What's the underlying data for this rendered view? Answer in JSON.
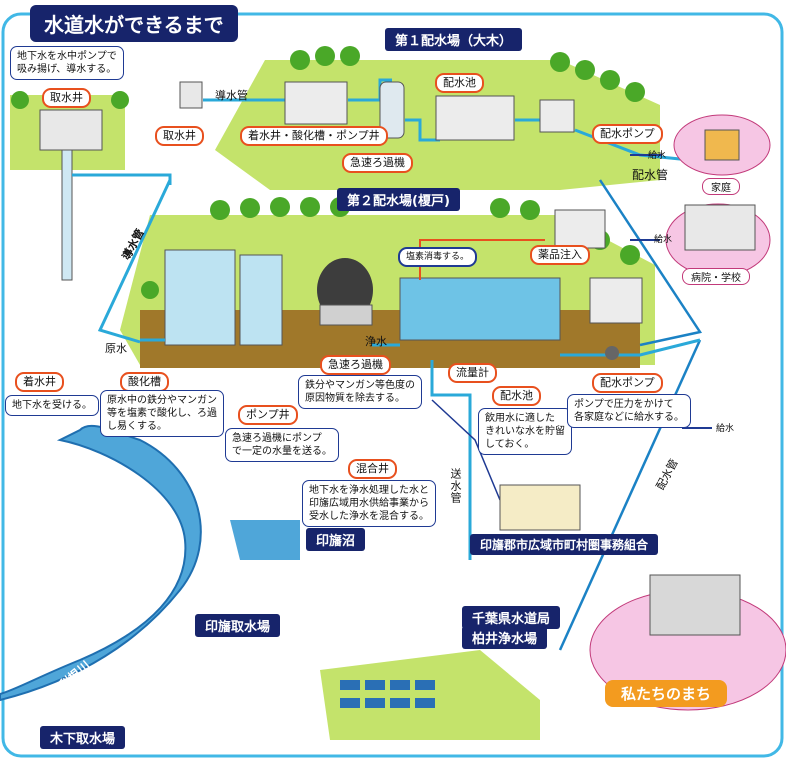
{
  "title": "水道水ができるまで",
  "top_plant": {
    "name": "第１配水場（大木）",
    "shusuiido": "取水井",
    "dousuikan": "導水管",
    "facility": "着水井・酸化槽・ポンプ井",
    "filter": "急速ろ過機",
    "reservoir": "配水池",
    "pump": "配水ポンプ"
  },
  "well": {
    "label": "取水井",
    "note": "地下水を水中ポンプで\n吸み揚げ、導水する。",
    "pipe": "導水管"
  },
  "mid_plant": {
    "name": "第２配水場(榎戸)",
    "chlorine_note": "塩素消毒する。",
    "chemical": "薬品注入",
    "raw_water": "原水",
    "clean_water": "浄水"
  },
  "labels": {
    "chakusui": "着水井",
    "sanka": "酸化槽",
    "pump_well": "ポンプ井",
    "filter": "急速ろ過機",
    "mix_well": "混合井",
    "flow_meter": "流量計",
    "reservoir": "配水池",
    "pump": "配水ポンプ"
  },
  "notes": {
    "chakusui": "地下水を受ける。",
    "sanka": "原水中の鉄分やマンガン\n等を塩素で酸化し、ろ過\nし易くする。",
    "pump_well": "急速ろ過機にポンプ\nで一定の水量を送る。",
    "filter": "鉄分やマンガン等色度の\n原因物質を除去する。",
    "mix_well": "地下水を浄水処理した水と\n印旛広域用水供給事業から\n受水した浄水を混合する。",
    "reservoir": "飲用水に適した\nきれいな水を貯留\nしておく。",
    "pump": "ポンプで圧力をかけて\n各家庭などに給水する。"
  },
  "supply": {
    "kyusui1": "給水",
    "kyusui2": "給水",
    "kyusui3": "給水",
    "haisuikan1": "配水管",
    "haisuikan2": "配水管",
    "home": "家庭",
    "hospital": "病院・学校",
    "sosuikan": "送水管"
  },
  "places": {
    "union": "印旛郡市広域市町村圏事務組合",
    "inbanuma": "印旛沼",
    "inba_intake": "印旛取水場",
    "tone": "利根川",
    "kioroshi": "木下取水場",
    "chiba_line1": "千葉県水道局",
    "chiba_line2": "柏井浄水場",
    "town": "私たちのまち"
  },
  "colors": {
    "pipe": "#2aa9d9",
    "ground": "#a0782a",
    "grass": "#b9dc57",
    "navy": "#17246b",
    "accent": "#e8501e"
  }
}
